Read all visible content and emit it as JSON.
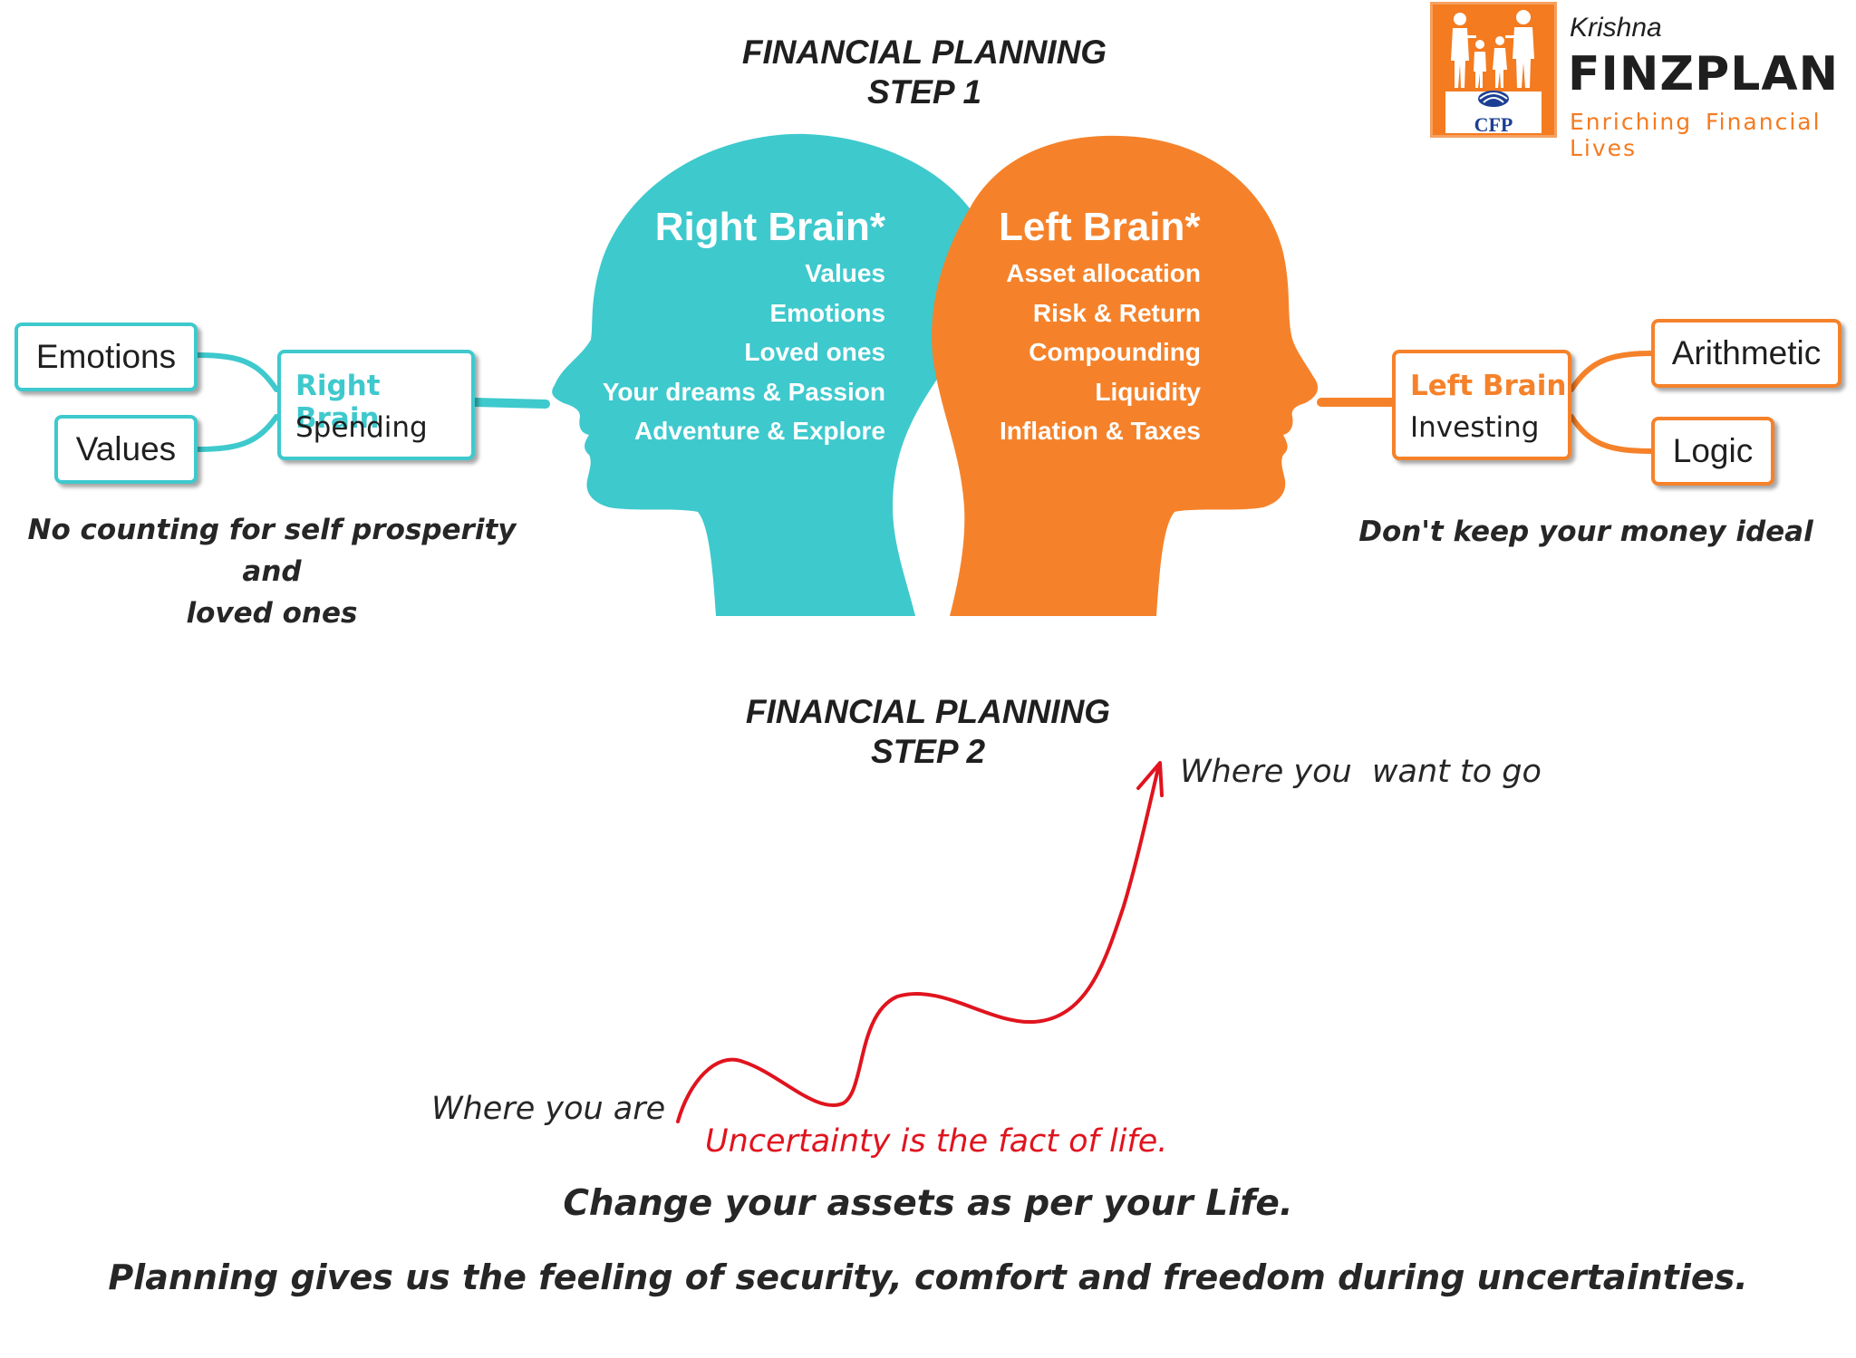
{
  "step1": {
    "line1": "FINANCIAL PLANNING",
    "line2": "STEP 1"
  },
  "step2": {
    "line1": "FINANCIAL PLANNING",
    "line2": "STEP 2"
  },
  "logo": {
    "emblem_text": "CFP",
    "small_name": "Krishna",
    "big_name": "FINZPLAN",
    "tagline": "Enriching Financial Lives",
    "colors": {
      "orange": "#f47b20",
      "dark": "#1f1f1f"
    }
  },
  "right_brain_head": {
    "title": "Right Brain*",
    "items": [
      "Values",
      "Emotions",
      "Loved ones",
      "Your dreams & Passion",
      "Adventure & Explore"
    ],
    "color": "#3ec9cd"
  },
  "left_brain_head": {
    "title": "Left Brain*",
    "items": [
      "Asset allocation",
      "Risk & Return",
      "Compounding",
      "Liquidity",
      "Inflation & Taxes"
    ],
    "color": "#f47b20"
  },
  "right_branch": {
    "title": "Right Brain",
    "subtitle": "Spending",
    "leaves": [
      "Emotions",
      "Values"
    ],
    "caption": [
      "No counting for self prosperity and",
      "loved ones"
    ]
  },
  "left_branch": {
    "title": "Left Brain",
    "subtitle": "Investing",
    "leaves": [
      "Arithmetic",
      "Logic"
    ],
    "caption": "Don't keep your money ideal"
  },
  "journey": {
    "start_label": "Where you are",
    "end_label": "Where you  want to go",
    "uncertainty": "Uncertainty is the fact of life.",
    "line_color": "#e0141e"
  },
  "closing": {
    "line1": "Change your assets as per your Life.",
    "line2": "Planning gives us the feeling of security, comfort and freedom during uncertainties."
  }
}
